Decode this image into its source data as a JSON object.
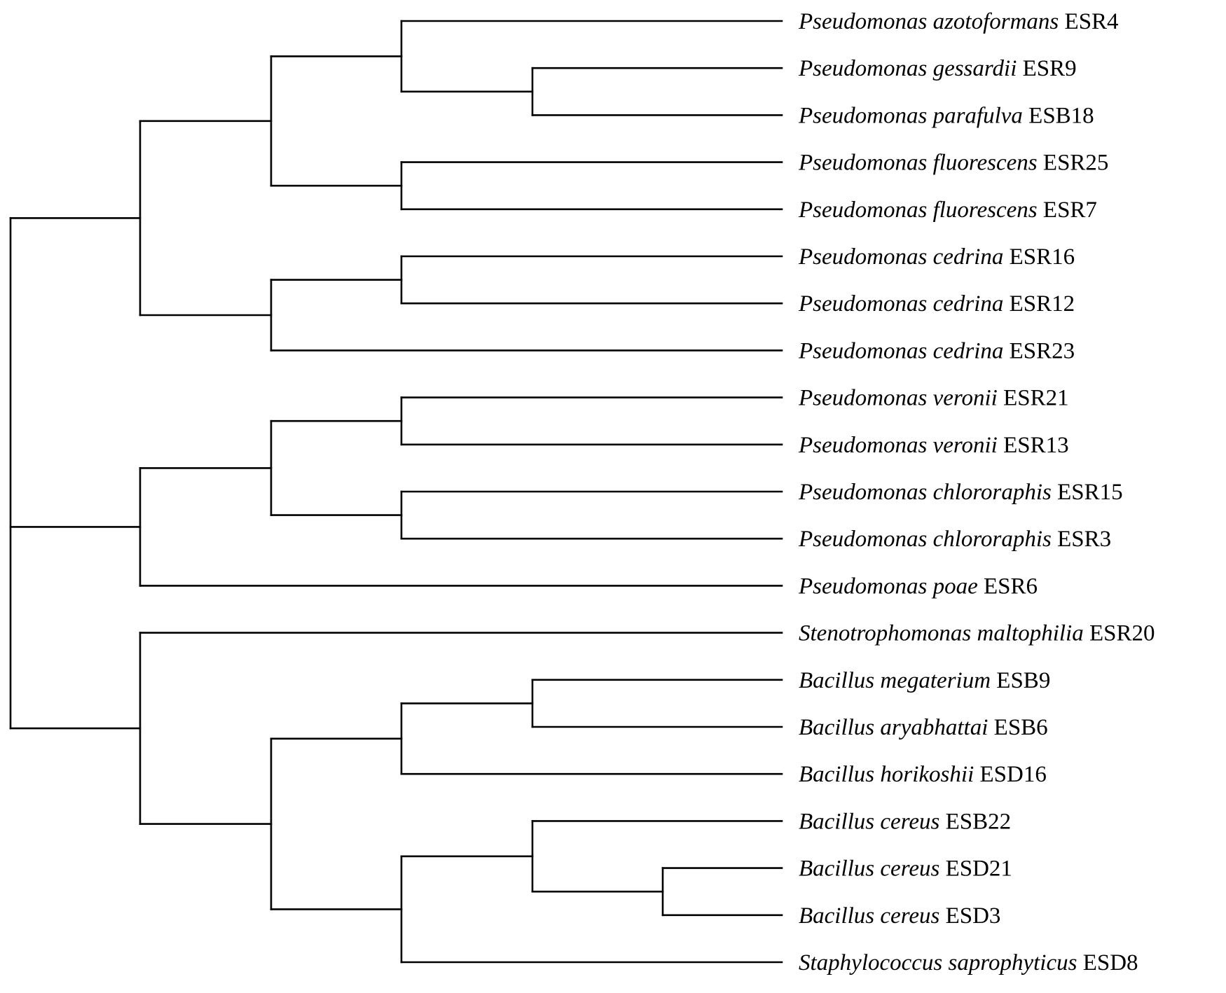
{
  "tree": {
    "leaves": [
      {
        "species": "Pseudomonas azotoformans",
        "strain": "ESR4"
      },
      {
        "species": "Pseudomonas gessardii",
        "strain": "ESR9"
      },
      {
        "species": "Pseudomonas parafulva",
        "strain": "ESB18"
      },
      {
        "species": "Pseudomonas fluorescens",
        "strain": "ESR25"
      },
      {
        "species": "Pseudomonas fluorescens",
        "strain": "ESR7"
      },
      {
        "species": "Pseudomonas cedrina",
        "strain": "ESR16"
      },
      {
        "species": "Pseudomonas cedrina",
        "strain": "ESR12"
      },
      {
        "species": "Pseudomonas cedrina",
        "strain": "ESR23"
      },
      {
        "species": "Pseudomonas veronii",
        "strain": "ESR21"
      },
      {
        "species": "Pseudomonas veronii",
        "strain": "ESR13"
      },
      {
        "species": "Pseudomonas chlororaphis",
        "strain": "ESR15"
      },
      {
        "species": "Pseudomonas chlororaphis",
        "strain": "ESR3"
      },
      {
        "species": "Pseudomonas poae",
        "strain": "ESR6"
      },
      {
        "species": "Stenotrophomonas maltophilia",
        "strain": "ESR20"
      },
      {
        "species": "Bacillus  megaterium",
        "strain": "ESB9"
      },
      {
        "species": "Bacillus  aryabhattai",
        "strain": "ESB6"
      },
      {
        "species": "Bacillus  horikoshii",
        "strain": "ESD16"
      },
      {
        "species": "Bacillus  cereus",
        "strain": "ESB22"
      },
      {
        "species": "Bacillus  cereus",
        "strain": "ESD21"
      },
      {
        "species": "Bacillus  cereus",
        "strain": "ESD3"
      },
      {
        "species": "Staphylococcus saprophyticus",
        "strain": "ESD8"
      }
    ],
    "topology": [
      [
        [
          [
            0,
            [
              1,
              2
            ]
          ],
          [
            3,
            4
          ]
        ],
        [
          [
            5,
            6
          ],
          7
        ]
      ],
      [
        [
          [
            8,
            9
          ],
          [
            10,
            11
          ]
        ],
        12
      ],
      [
        13,
        [
          [
            [
              14,
              15
            ],
            16
          ],
          [
            [
              17,
              [
                18,
                19
              ]
            ],
            20
          ]
        ]
      ]
    ]
  }
}
